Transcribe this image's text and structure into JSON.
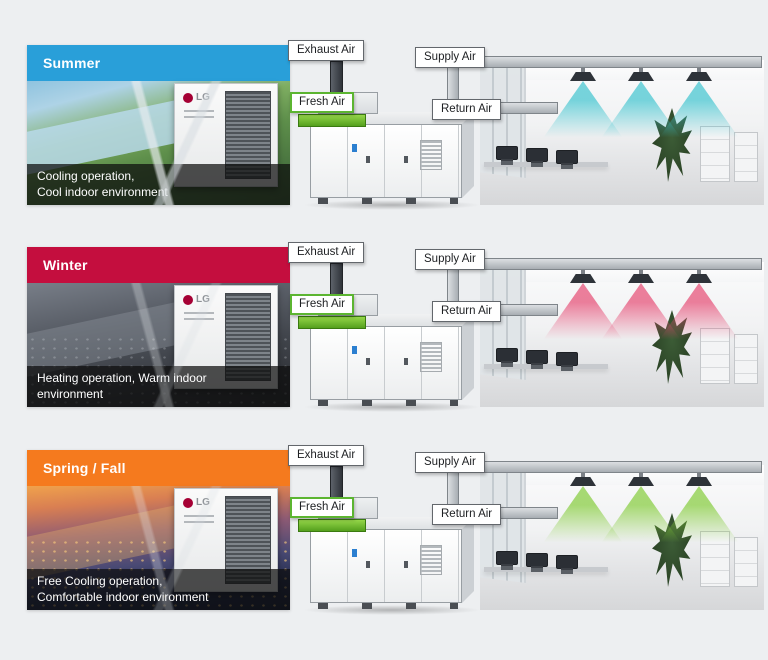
{
  "labels": {
    "exhaust": "Exhaust Air",
    "fresh": "Fresh Air",
    "supply": "Supply Air",
    "return": "Return Air"
  },
  "unit": {
    "logo": "LG"
  },
  "colors": {
    "fresh_green": "#5cb531"
  },
  "rows": [
    {
      "season": "Summer",
      "season_color": "#299fd9",
      "airflow_color": "#3fc4cf",
      "caption_line1": "Cooling operation,",
      "caption_line2": "Cool indoor environment"
    },
    {
      "season": "Winter",
      "season_color": "#c40e3e",
      "airflow_color": "#e64a73",
      "caption_line1": "Heating operation, Warm indoor",
      "caption_line2": "environment"
    },
    {
      "season": "Spring / Fall",
      "season_color": "#f57a1e",
      "airflow_color": "#84cc3a",
      "caption_line1": "Free Cooling operation,",
      "caption_line2": "Comfortable indoor environment"
    }
  ]
}
